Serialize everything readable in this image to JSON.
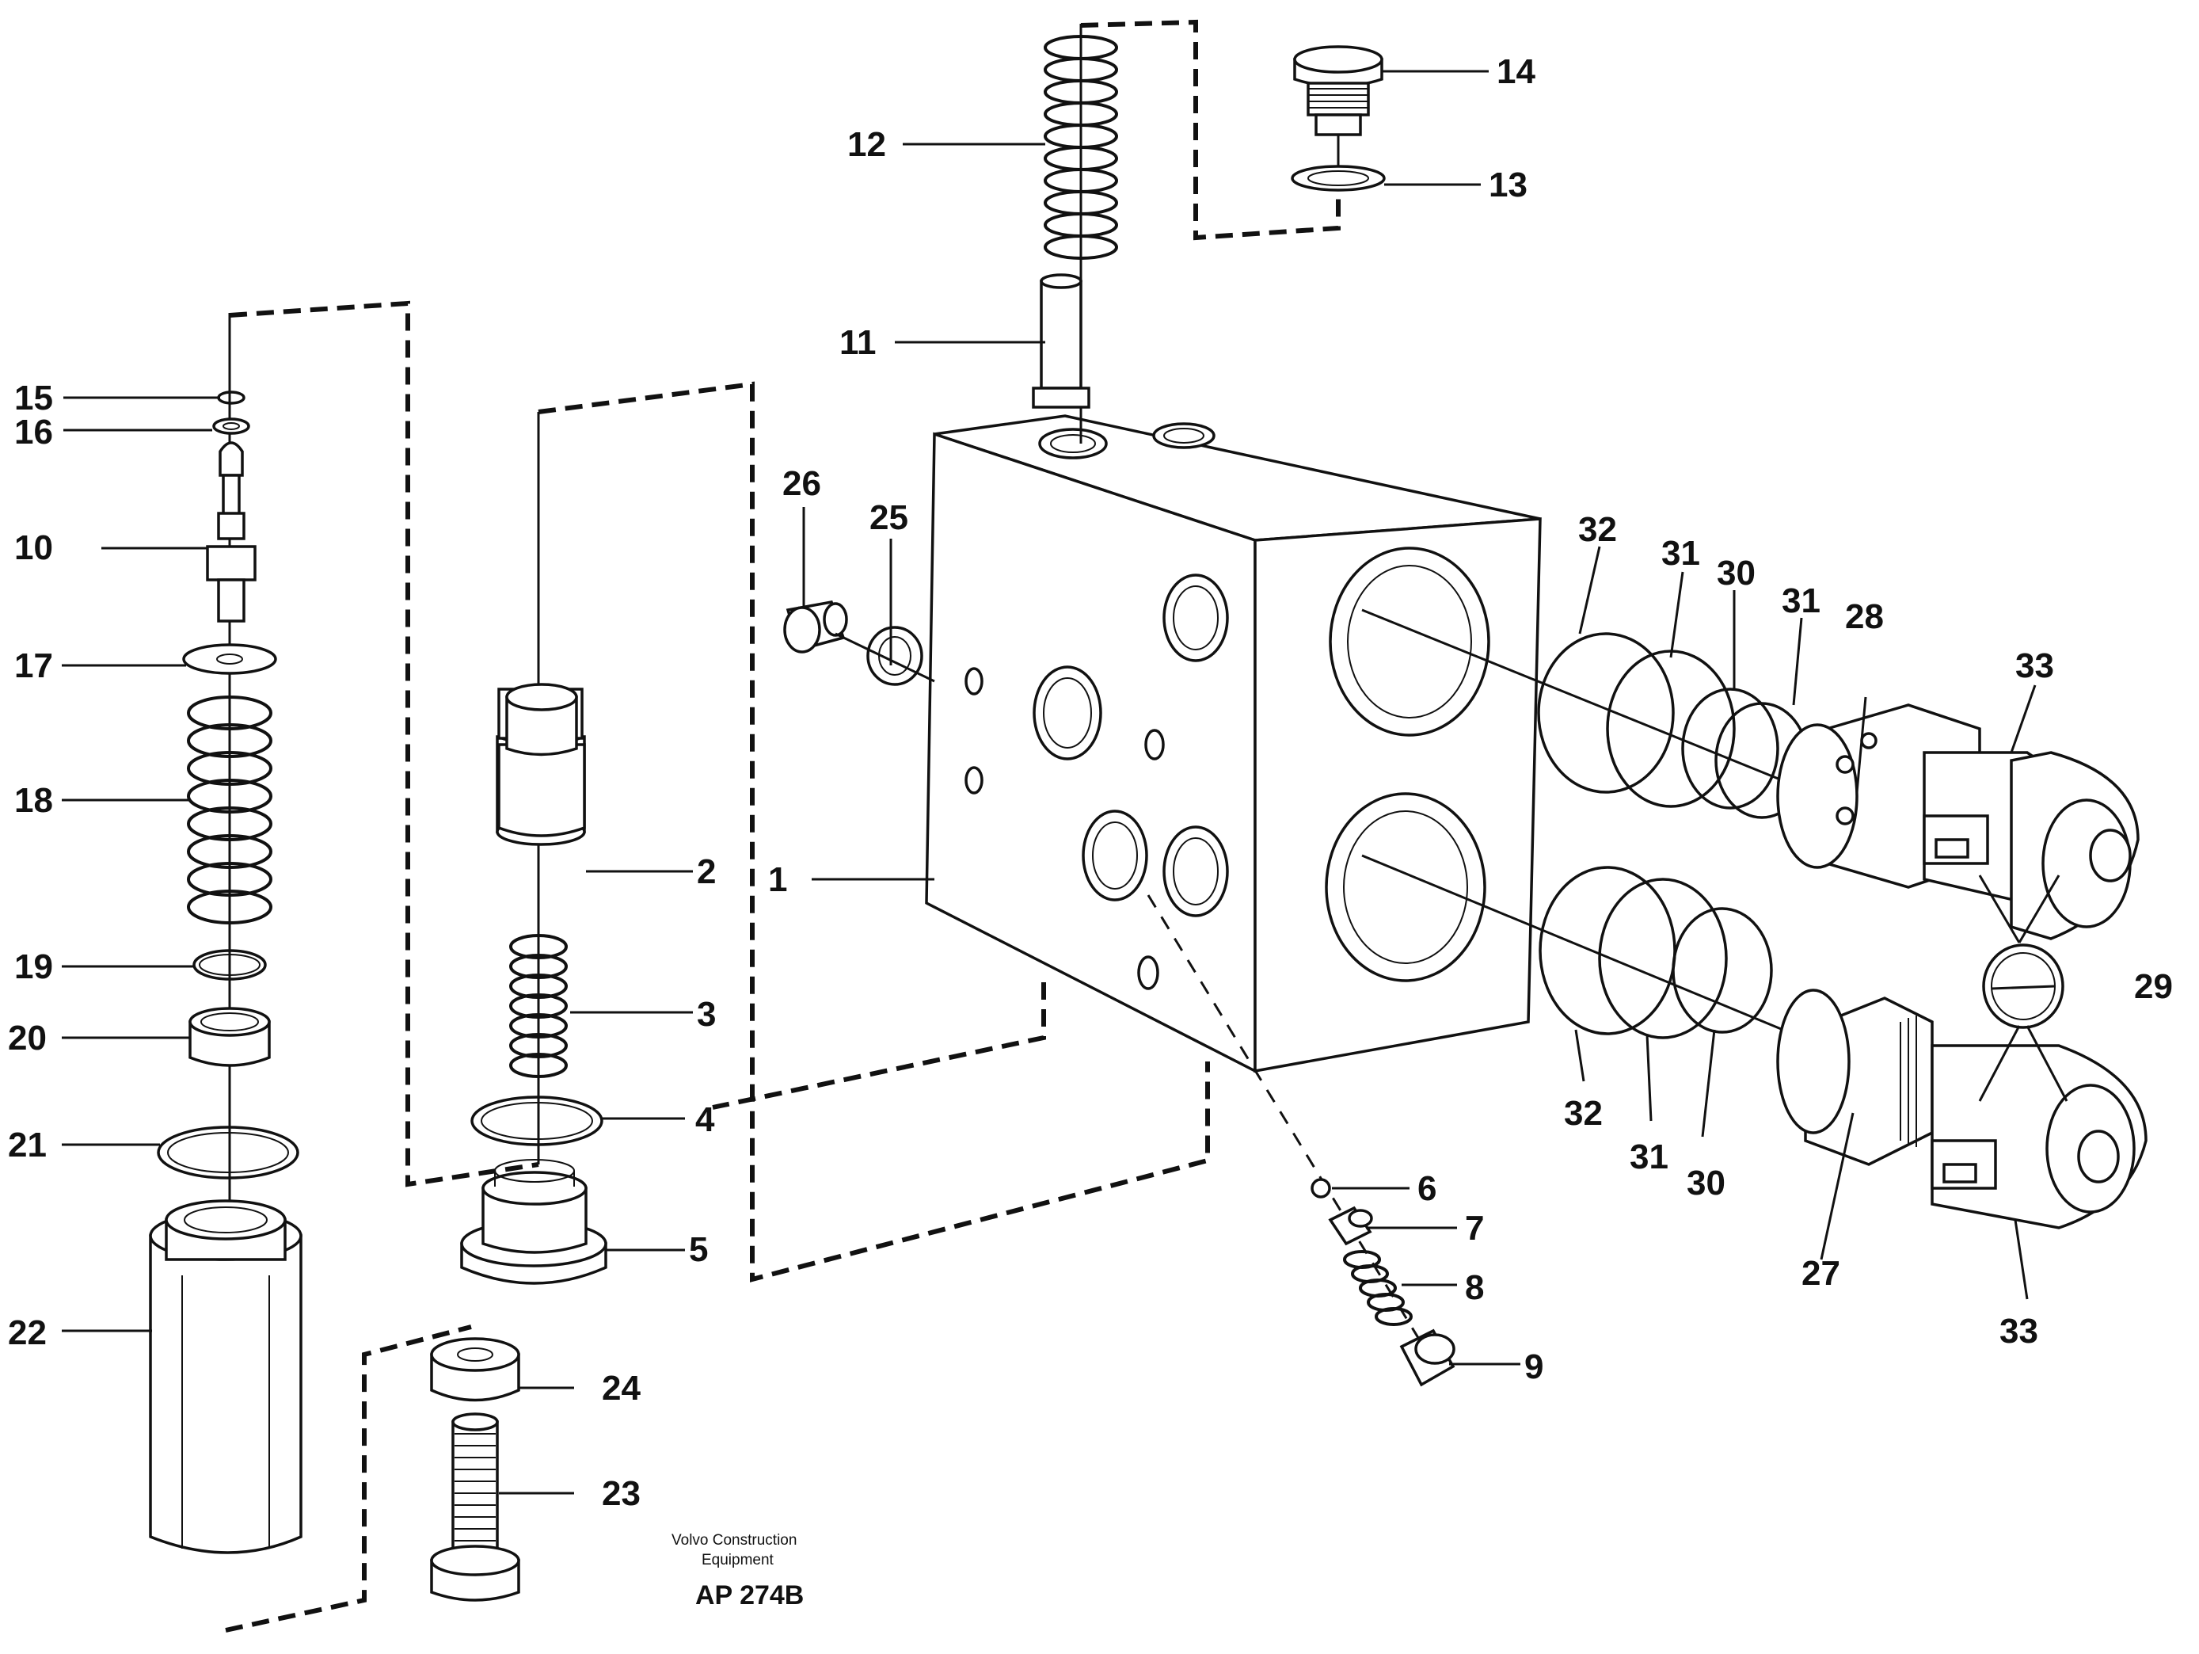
{
  "diagram": {
    "part_numbers": [
      "1",
      "2",
      "3",
      "4",
      "5",
      "6",
      "7",
      "8",
      "9",
      "10",
      "11",
      "12",
      "13",
      "14",
      "15",
      "16",
      "17",
      "18",
      "19",
      "20",
      "21",
      "22",
      "23",
      "24",
      "25",
      "26",
      "27",
      "28",
      "29",
      "30",
      "31",
      "32",
      "33"
    ],
    "labels": {
      "p1": "1",
      "p2": "2",
      "p3": "3",
      "p4": "4",
      "p5": "5",
      "p6": "6",
      "p7": "7",
      "p8": "8",
      "p9": "9",
      "p10": "10",
      "p11": "11",
      "p12": "12",
      "p13": "13",
      "p14": "14",
      "p15": "15",
      "p16": "16",
      "p17": "17",
      "p18": "18",
      "p19": "19",
      "p20": "20",
      "p21": "21",
      "p22": "22",
      "p23": "23",
      "p24": "24",
      "p25": "25",
      "p26": "26",
      "p27": "27",
      "p28": "28",
      "p29": "29",
      "p30a": "30",
      "p30b": "30",
      "p31a": "31",
      "p31b": "31",
      "p31c": "31",
      "p32a": "32",
      "p32b": "32",
      "p33a": "33",
      "p33b": "33"
    },
    "credit_line1": "Volvo Construction",
    "credit_line2": "Equipment",
    "drawing_code": "AP 274B"
  }
}
